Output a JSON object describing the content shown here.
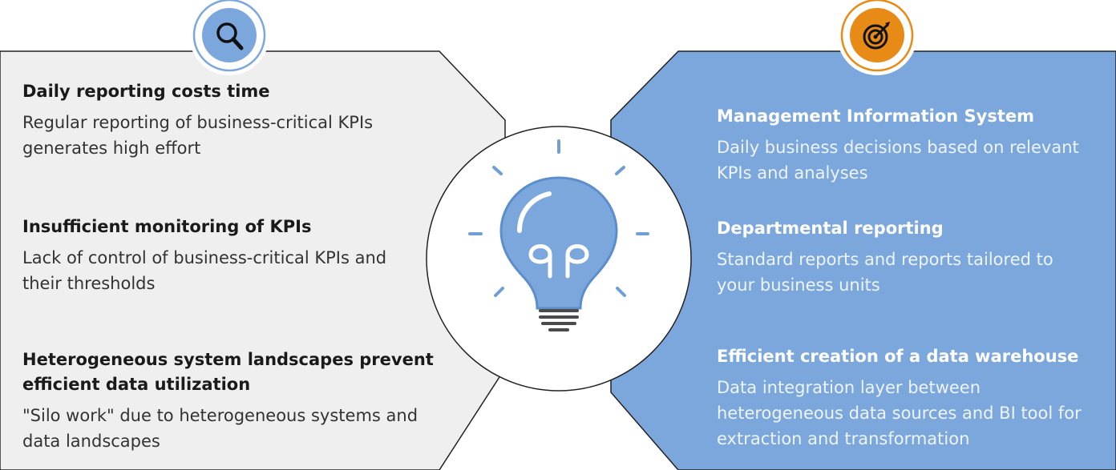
{
  "problems": [
    {
      "title": "Daily reporting costs time",
      "description": [
        "Regular reporting of business-critical KPIs",
        "generates high effort"
      ]
    },
    {
      "title": "Insufficient monitoring of KPIs",
      "description": [
        "Lack of control of business-critical KPIs and",
        "their thresholds"
      ]
    },
    {
      "title_lines": [
        "Heterogeneous system landscapes prevent",
        "efficient data utilization"
      ],
      "description": [
        "\"Silo work\" due to heterogeneous systems and",
        "data landscapes"
      ]
    }
  ],
  "solutions": [
    {
      "title": "Management Information System",
      "description": [
        "Daily business decisions based on relevant",
        "KPIs and analyses"
      ]
    },
    {
      "title": "Departmental reporting",
      "description": [
        "Standard reports and reports tailored to",
        "your business units"
      ]
    },
    {
      "title": "Efficient creation of a data warehouse",
      "description": [
        "Data integration layer between",
        "heterogeneous data sources and BI tool for",
        "extraction and transformation"
      ]
    }
  ],
  "icons": {
    "problems_badge": "magnifier-icon",
    "solutions_badge": "target-icon",
    "center": "lightbulb-icon"
  },
  "colors": {
    "problem_panel": "#efefef",
    "solution_panel": "#7ba7dd",
    "badge_blue": "#7ba7dd",
    "badge_orange": "#e88a16",
    "icon_line": "#6f9fd6"
  }
}
